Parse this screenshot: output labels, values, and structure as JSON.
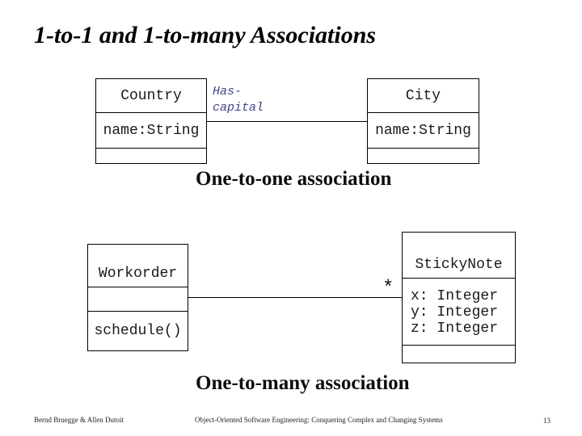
{
  "slide": {
    "title": "1-to-1 and 1-to-many Associations",
    "background": "#ffffff",
    "footer": {
      "authors": "Bernd Bruegge & Allen Dutoit",
      "book": "Object-Oriented Software Engineering: Conquering Complex and Changing Systems",
      "page_number": "13"
    }
  },
  "diagram_one_to_one": {
    "caption": "One-to-one association",
    "association_label_line1": "Has-",
    "association_label_line2": "capital",
    "label_color": "#44448a",
    "classes": {
      "country": {
        "name": "Country",
        "attribute": "name:String"
      },
      "city": {
        "name": "City",
        "attribute": "name:String"
      }
    }
  },
  "diagram_one_to_many": {
    "caption": "One-to-many association",
    "multiplicity": "*",
    "classes": {
      "workorder": {
        "name": "Workorder",
        "operation": "schedule()"
      },
      "stickynote": {
        "name": "StickyNote",
        "attributes": [
          "x: Integer",
          "y: Integer",
          "z: Integer"
        ]
      }
    }
  }
}
